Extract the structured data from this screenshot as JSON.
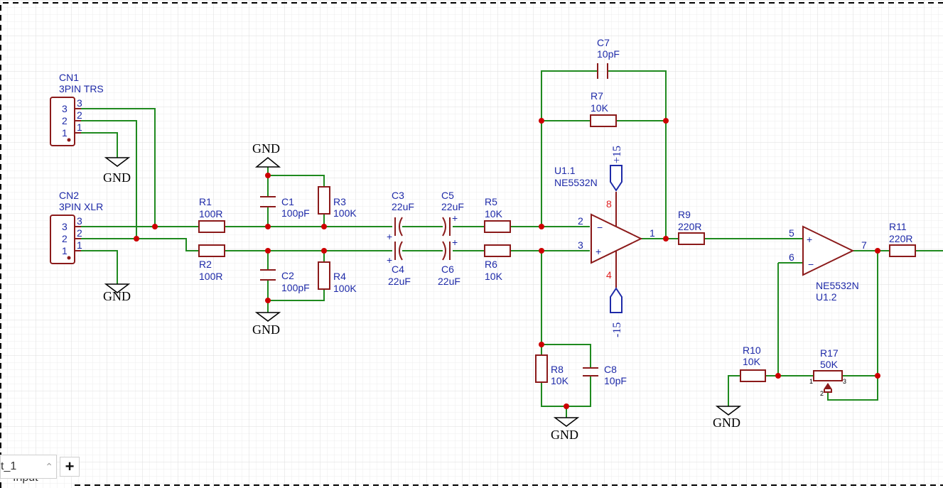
{
  "sheet": {
    "tab_label": "t_1",
    "tab_menu_icon": "chevron-up-icon",
    "add_icon": "+",
    "underlying_label": "Input"
  },
  "colors": {
    "wire": "#1f8a1f",
    "component": "#8b1a1a",
    "label": "#1e2aa8",
    "junction": "#cc0000",
    "pin_number_red": "#e02020"
  },
  "connectors": [
    {
      "ref": "CN1",
      "value": "3PIN TRS",
      "pins": [
        "3",
        "2",
        "1"
      ]
    },
    {
      "ref": "CN2",
      "value": "3PIN XLR",
      "pins": [
        "3",
        "2",
        "1"
      ]
    }
  ],
  "resistors": [
    {
      "ref": "R1",
      "value": "100R"
    },
    {
      "ref": "R2",
      "value": "100R"
    },
    {
      "ref": "R3",
      "value": "100K"
    },
    {
      "ref": "R4",
      "value": "100K"
    },
    {
      "ref": "R5",
      "value": "10K"
    },
    {
      "ref": "R6",
      "value": "10K"
    },
    {
      "ref": "R7",
      "value": "10K"
    },
    {
      "ref": "R8",
      "value": "10K"
    },
    {
      "ref": "R9",
      "value": "220R"
    },
    {
      "ref": "R10",
      "value": "10K"
    },
    {
      "ref": "R11",
      "value": "220R"
    },
    {
      "ref": "R17",
      "value": "50K"
    }
  ],
  "capacitors": [
    {
      "ref": "C1",
      "value": "100pF"
    },
    {
      "ref": "C2",
      "value": "100pF"
    },
    {
      "ref": "C3",
      "value": "22uF"
    },
    {
      "ref": "C4",
      "value": "22uF"
    },
    {
      "ref": "C5",
      "value": "22uF"
    },
    {
      "ref": "C6",
      "value": "22uF"
    },
    {
      "ref": "C7",
      "value": "10pF"
    },
    {
      "ref": "C8",
      "value": "10pF"
    }
  ],
  "opamps": [
    {
      "ref": "U1.1",
      "value": "NE5532N",
      "pins": {
        "inv": "2",
        "noninv": "3",
        "out": "1",
        "vpos": "8",
        "vneg": "4"
      }
    },
    {
      "ref": "U1.2",
      "value": "NE5532N",
      "pins": {
        "noninv": "5",
        "inv": "6",
        "out": "7"
      }
    }
  ],
  "power": {
    "gnd": "GND",
    "vpos": "+15",
    "vneg": "-15"
  },
  "pot_pins": [
    "1",
    "3",
    "2"
  ],
  "symbols": {
    "plus": "+",
    "minus": "−"
  }
}
